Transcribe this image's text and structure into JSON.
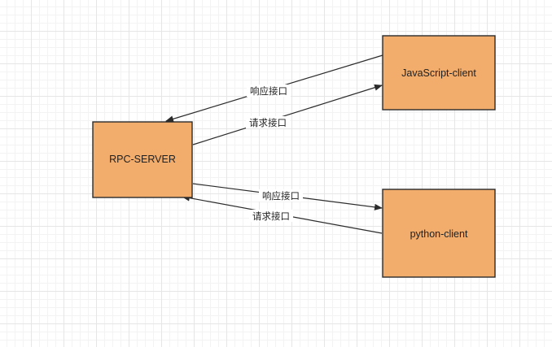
{
  "nodes": {
    "server": {
      "label": "RPC-SERVER"
    },
    "js_client": {
      "label": "JavaScript-client"
    },
    "py_client": {
      "label": "python-client"
    }
  },
  "edges": {
    "js_response": {
      "label": "响应接口"
    },
    "js_request": {
      "label": "请求接口"
    },
    "py_response": {
      "label": "响应接口"
    },
    "py_request": {
      "label": "请求接口"
    }
  },
  "colors": {
    "node_fill": "#f2ac6b",
    "stroke": "#2b2b2b"
  }
}
